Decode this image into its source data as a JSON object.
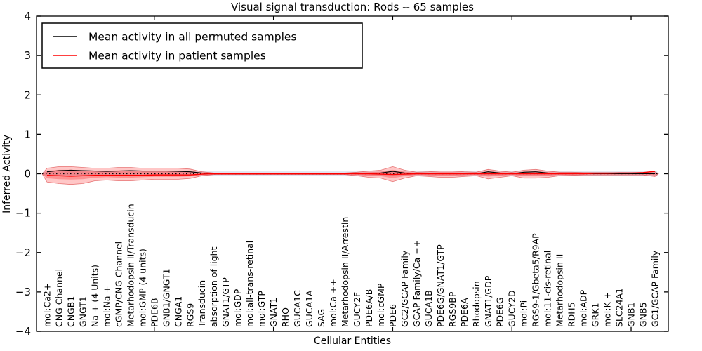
{
  "chart_data": {
    "type": "violin",
    "title": "Visual signal transduction: Rods -- 65 samples",
    "xlabel": "Cellular Entities",
    "ylabel": "Inferred Activity",
    "ylim": [
      -4,
      4
    ],
    "yticks": [
      4,
      3,
      2,
      1,
      0,
      -1,
      -2,
      -3,
      -4
    ],
    "ytick_labels": [
      "4",
      "3",
      "2",
      "1",
      "0",
      "−1",
      "−2",
      "−3",
      "−4"
    ],
    "xtick_positions": [
      10,
      20,
      30,
      40,
      50
    ],
    "grid": false,
    "legend_position": "upper left",
    "legend": [
      {
        "label": "Mean activity in all permuted samples",
        "color": "#000000"
      },
      {
        "label": "Mean activity in patient samples",
        "color": "#ff0000"
      }
    ],
    "colors": {
      "patient_violin_fill": "#ff4646",
      "patient_violin_edge": "#d41e1e",
      "permuted_band_fill": "#9aa0c8",
      "zero_line": "#000000",
      "axes_edge": "#000000"
    },
    "categories": [
      "mol:Ca2+",
      "CNG Channel",
      "CNGB1",
      "GNGT1",
      "Na + (4 Units)",
      "mol:Na +",
      "cGMP/CNG Channel",
      "Metarhodopsin II/Transducin",
      "mol:GMP (4 units)",
      "PDE6B",
      "GNB1/GNGT1",
      "CNGA1",
      "RGS9",
      "Transducin",
      "absorption of light",
      "GNAT1/GTP",
      "mol:GDP",
      "mol:all-trans-retinal",
      "mol:GTP",
      "GNAT1",
      "RHO",
      "GUCA1C",
      "GUCA1A",
      "SAG",
      "mol:Ca ++",
      "Metarhodopsin II/Arrestin",
      "GUCY2F",
      "PDE6A/B",
      "mol:cGMP",
      "PDE6",
      "GC2/GCAP Family",
      "GCAP Family/Ca ++",
      "GUCA1B",
      "PDE6G/GNAT1/GTP",
      "RGS9BP",
      "PDE6A",
      "Rhodopsin",
      "GNAT1/GDP",
      "PDE6G",
      "GUCY2D",
      "mol:Pi",
      "RGS9-1/Gbeta5/R9AP",
      "mol:11-cis-retinal",
      "Metarhodopsin II",
      "RDH5",
      "mol:ADP",
      "GRK1",
      "mol:K +",
      "SLC24A1",
      "GNB1",
      "GNB5",
      "GC1/GCAP Family"
    ],
    "series": [
      {
        "name": "patient_violin_upper_halfwidth",
        "values": [
          0.14,
          0.18,
          0.18,
          0.16,
          0.14,
          0.14,
          0.16,
          0.16,
          0.14,
          0.14,
          0.14,
          0.14,
          0.12,
          0.05,
          0.02,
          0.02,
          0.02,
          0.02,
          0.02,
          0.02,
          0.02,
          0.02,
          0.02,
          0.02,
          0.02,
          0.02,
          0.04,
          0.07,
          0.09,
          0.18,
          0.09,
          0.04,
          0.05,
          0.07,
          0.07,
          0.05,
          0.04,
          0.11,
          0.07,
          0.04,
          0.09,
          0.11,
          0.07,
          0.04,
          0.04,
          0.03,
          0.03,
          0.03,
          0.03,
          0.03,
          0.03,
          0.05
        ]
      },
      {
        "name": "patient_violin_lower_halfwidth",
        "values": [
          0.21,
          0.25,
          0.27,
          0.25,
          0.18,
          0.16,
          0.18,
          0.18,
          0.16,
          0.14,
          0.14,
          0.14,
          0.12,
          0.05,
          0.02,
          0.02,
          0.02,
          0.02,
          0.02,
          0.02,
          0.02,
          0.02,
          0.02,
          0.02,
          0.02,
          0.02,
          0.05,
          0.09,
          0.11,
          0.2,
          0.11,
          0.05,
          0.07,
          0.09,
          0.09,
          0.07,
          0.05,
          0.13,
          0.09,
          0.05,
          0.11,
          0.11,
          0.09,
          0.05,
          0.04,
          0.03,
          0.03,
          0.03,
          0.03,
          0.03,
          0.03,
          0.07
        ]
      },
      {
        "name": "permuted_mean",
        "values": [
          0.05,
          0.08,
          0.09,
          0.08,
          0.07,
          0.06,
          0.07,
          0.08,
          0.07,
          0.07,
          0.07,
          0.06,
          0.05,
          0.02,
          0,
          0,
          0,
          0,
          0,
          0,
          0,
          0,
          0,
          0,
          0,
          0,
          0,
          0.01,
          0.02,
          0.06,
          0.02,
          0,
          0,
          0.01,
          0.01,
          0,
          0,
          0.05,
          0.02,
          0,
          0.04,
          0.05,
          0.02,
          0,
          0,
          0,
          0,
          0,
          0,
          0,
          0,
          0
        ]
      },
      {
        "name": "patient_mean",
        "values": [
          -0.04,
          -0.05,
          -0.06,
          -0.05,
          -0.04,
          -0.04,
          -0.04,
          -0.04,
          -0.04,
          -0.03,
          -0.03,
          -0.03,
          -0.03,
          -0.01,
          0,
          0,
          0,
          0,
          0,
          0,
          0,
          0,
          0,
          0,
          0,
          0,
          0,
          0,
          -0.01,
          -0.02,
          -0.01,
          0,
          0,
          0,
          0,
          0,
          0,
          0,
          0,
          0,
          0,
          0,
          0,
          0,
          0,
          0,
          0.01,
          0.01,
          0.02,
          0.02,
          0.03,
          0.06
        ]
      },
      {
        "name": "permuted_band_halfwidth_constant",
        "values": [
          0.06
        ]
      }
    ]
  }
}
